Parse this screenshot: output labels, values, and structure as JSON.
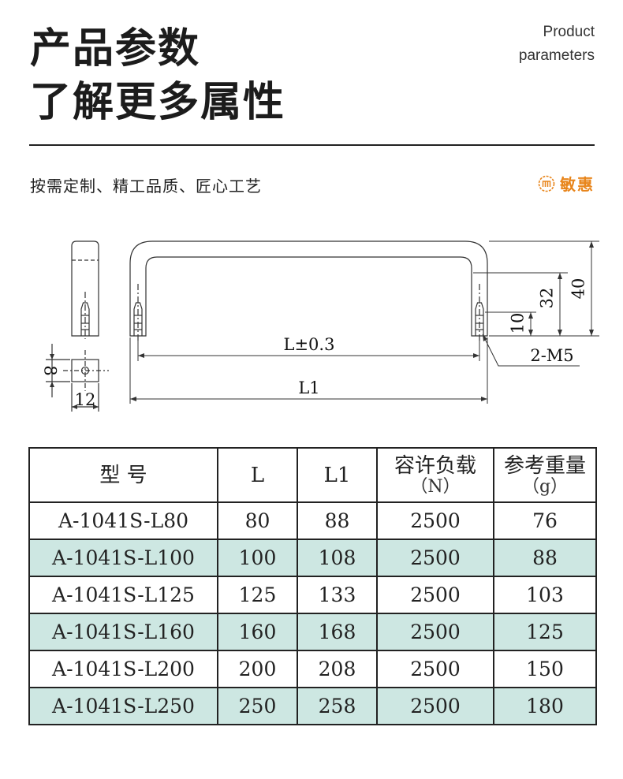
{
  "header": {
    "title_line1": "产品参数",
    "title_line2": "了解更多属性",
    "en_line1": "Product",
    "en_line2": "parameters"
  },
  "tagline": "按需定制、精工品质、匠心工艺",
  "brand": {
    "name": "敏惠",
    "color": "#e8851b"
  },
  "drawing": {
    "dim_L": "L±0.3",
    "dim_L1": "L1",
    "dim_32": "32",
    "dim_40": "40",
    "dim_10": "10",
    "dim_thread": "2-M5",
    "dim_8": "8",
    "dim_12": "12"
  },
  "table": {
    "headers": [
      {
        "main": "型 号",
        "sub": ""
      },
      {
        "main": "L",
        "sub": ""
      },
      {
        "main": "L1",
        "sub": ""
      },
      {
        "main": "容许负载",
        "sub": "（N）"
      },
      {
        "main": "参考重量",
        "sub": "（g）"
      }
    ],
    "rows": [
      [
        "A-1041S-L80",
        "80",
        "88",
        "2500",
        "76"
      ],
      [
        "A-1041S-L100",
        "100",
        "108",
        "2500",
        "88"
      ],
      [
        "A-1041S-L125",
        "125",
        "133",
        "2500",
        "103"
      ],
      [
        "A-1041S-L160",
        "160",
        "168",
        "2500",
        "125"
      ],
      [
        "A-1041S-L200",
        "200",
        "208",
        "2500",
        "150"
      ],
      [
        "A-1041S-L250",
        "250",
        "258",
        "2500",
        "180"
      ]
    ],
    "alt_row_color": "#cde7e2"
  }
}
